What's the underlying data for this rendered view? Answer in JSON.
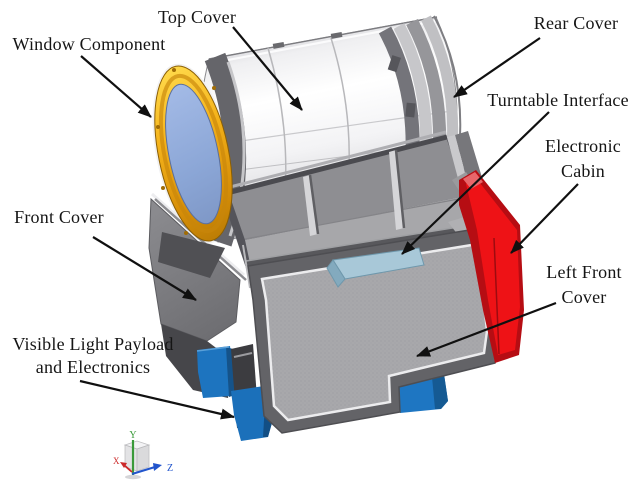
{
  "diagram": {
    "background": "#ffffff",
    "callouts": {
      "top_cover": "Top Cover",
      "window_component": "Window Component",
      "rear_cover": "Rear Cover",
      "turntable_interface": "Turntable Interface",
      "electronic_cabin": "Electronic Cabin",
      "left_front_cover": "Left Front Cover",
      "front_cover": "Front Cover",
      "visible_light_payload": "Visible Light Payload and Electronics"
    },
    "axis_triad": {
      "x": "X",
      "y": "Y",
      "z": "Z"
    },
    "colors": {
      "drum_white": "#f4f4f6",
      "window_ring_gold": "#f2b01e",
      "window_glass_blue": "#8fa9d9",
      "rear_cover_gray": "#b5b5b8",
      "chassis_gray": "#8f8f93",
      "left_front_cover_gray": "#a8a8ab",
      "front_cover_gray": "#7a7a7e",
      "electronic_cabin_red": "#ee1216",
      "payload_blue": "#1e74c0",
      "turntable_interface_blue": "#a5c6d6",
      "callout_text": "#151515",
      "arrow": "#101010"
    }
  }
}
